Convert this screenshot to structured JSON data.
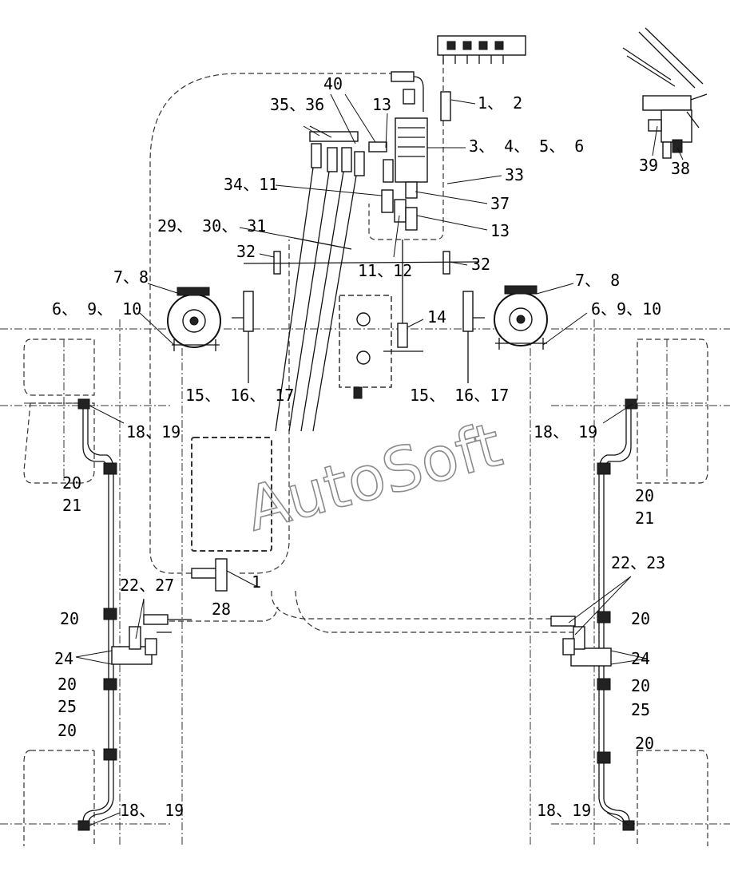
{
  "watermark": "AutoSoft",
  "callouts": {
    "c_1_2": "1、 2",
    "c_40": "40",
    "c_13_top": "13",
    "c_35_36": "35、36",
    "c_3_4_5_6": "3、 4、 5、 6",
    "c_33": "33",
    "c_34_11": "34、11",
    "c_37": "37",
    "c_29_30_31": "29、 30、 31",
    "c_13_mid": "13",
    "c_32_left": "32",
    "c_11_12": "11、12",
    "c_32_right": "32",
    "c_7_8_left": "7、8",
    "c_7_8_right": "7、 8",
    "c_6_9_10_left": "6、 9、 10",
    "c_6_9_10_right": "6、9、10",
    "c_14": "14",
    "c_15_16_17_left": "15、 16、 17",
    "c_15_16_17_right": "15、 16、17",
    "c_18_19_ul": "18、19",
    "c_18_19_ur": "18、 19",
    "c_20_l1": "20",
    "c_21_left": "21",
    "c_20_r1": "20",
    "c_21_right": "21",
    "c_1_mid": "1",
    "c_28": "28",
    "c_22_27": "22、27",
    "c_22_23": "22、23",
    "c_20_l2": "20",
    "c_20_r2": "20",
    "c_24_left": "24",
    "c_24_right": "24",
    "c_20_l3": "20",
    "c_20_r3": "20",
    "c_25_left": "25",
    "c_25_right": "25",
    "c_20_l4": "20",
    "c_20_r4": "20",
    "c_18_19_ll": "18、 19",
    "c_18_19_lr": "18、19",
    "c_39": "39",
    "c_38": "38"
  }
}
